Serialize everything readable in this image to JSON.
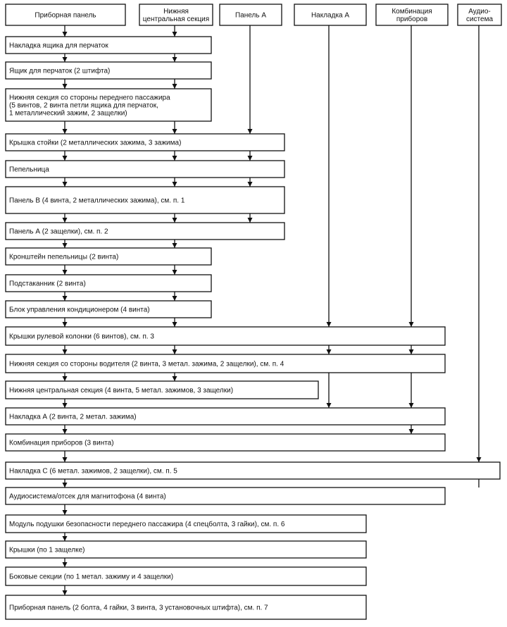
{
  "diagram": {
    "columns": [
      {
        "id": "pribornaya",
        "label": [
          "Приборная панель"
        ]
      },
      {
        "id": "nizhnyaya",
        "label": [
          "Нижняя",
          "центральная секция"
        ]
      },
      {
        "id": "panelA",
        "label": [
          "Панель А"
        ]
      },
      {
        "id": "nakladkaA",
        "label": [
          "Накладка А"
        ]
      },
      {
        "id": "kombinaciya",
        "label": [
          "Комбинация",
          "приборов"
        ]
      },
      {
        "id": "audio",
        "label": [
          "Аудио-",
          "система"
        ]
      }
    ],
    "steps": [
      {
        "lines": [
          "Накладка ящика для перчаток"
        ]
      },
      {
        "lines": [
          "Ящик для перчаток (2 штифта)"
        ]
      },
      {
        "lines": [
          "Нижняя секция со стороны переднего пассажира",
          "(5 винтов, 2 винта петли ящика для перчаток,",
          "1 металлический зажим, 2 защелки)"
        ]
      },
      {
        "lines": [
          "Крышка стойки (2 металлических зажима, 3 зажима)"
        ]
      },
      {
        "lines": [
          "Пепельница"
        ]
      },
      {
        "lines": [
          "Панель В (4 винта, 2 металлических зажима), см. п. 1"
        ]
      },
      {
        "lines": [
          "Панель А (2 защелки), см. п. 2"
        ]
      },
      {
        "lines": [
          "Кронштейн пепельницы (2 винта)"
        ]
      },
      {
        "lines": [
          "Подстаканник (2 винта)"
        ]
      },
      {
        "lines": [
          "Блок управления кондиционером (4 винта)"
        ]
      },
      {
        "lines": [
          "Крышки рулевой колонки (6 винтов), см. п. 3"
        ]
      },
      {
        "lines": [
          "Нижняя секция со стороны водителя (2 винта, 3 метал. зажима, 2 защелки), см. п. 4"
        ]
      },
      {
        "lines": [
          "Нижняя центральная секция (4 винта, 5 метал. зажимов, 3 защелки)"
        ]
      },
      {
        "lines": [
          "Накладка А (2 винта, 2 метал. зажима)"
        ]
      },
      {
        "lines": [
          "Комбинация приборов (3 винта)"
        ]
      },
      {
        "lines": [
          "Накладка С (6 метал. зажимов, 2 защелки), см. п. 5"
        ]
      },
      {
        "lines": [
          "Аудиосистема/отсек для магнитофона (4 винта)"
        ]
      },
      {
        "lines": [
          "Модуль подушки безопасности переднего пассажира (4 спецболта, 3 гайки), см. п. 6"
        ]
      },
      {
        "lines": [
          "Крышки (по 1 защелке)"
        ]
      },
      {
        "lines": [
          "Боковые секции  (по 1 метал. зажиму и 4 защелки)"
        ]
      },
      {
        "lines": [
          "Приборная панель (2 болта, 4 гайки, 3 винта, 3 установочных штифта), см. п. 7"
        ]
      }
    ]
  }
}
